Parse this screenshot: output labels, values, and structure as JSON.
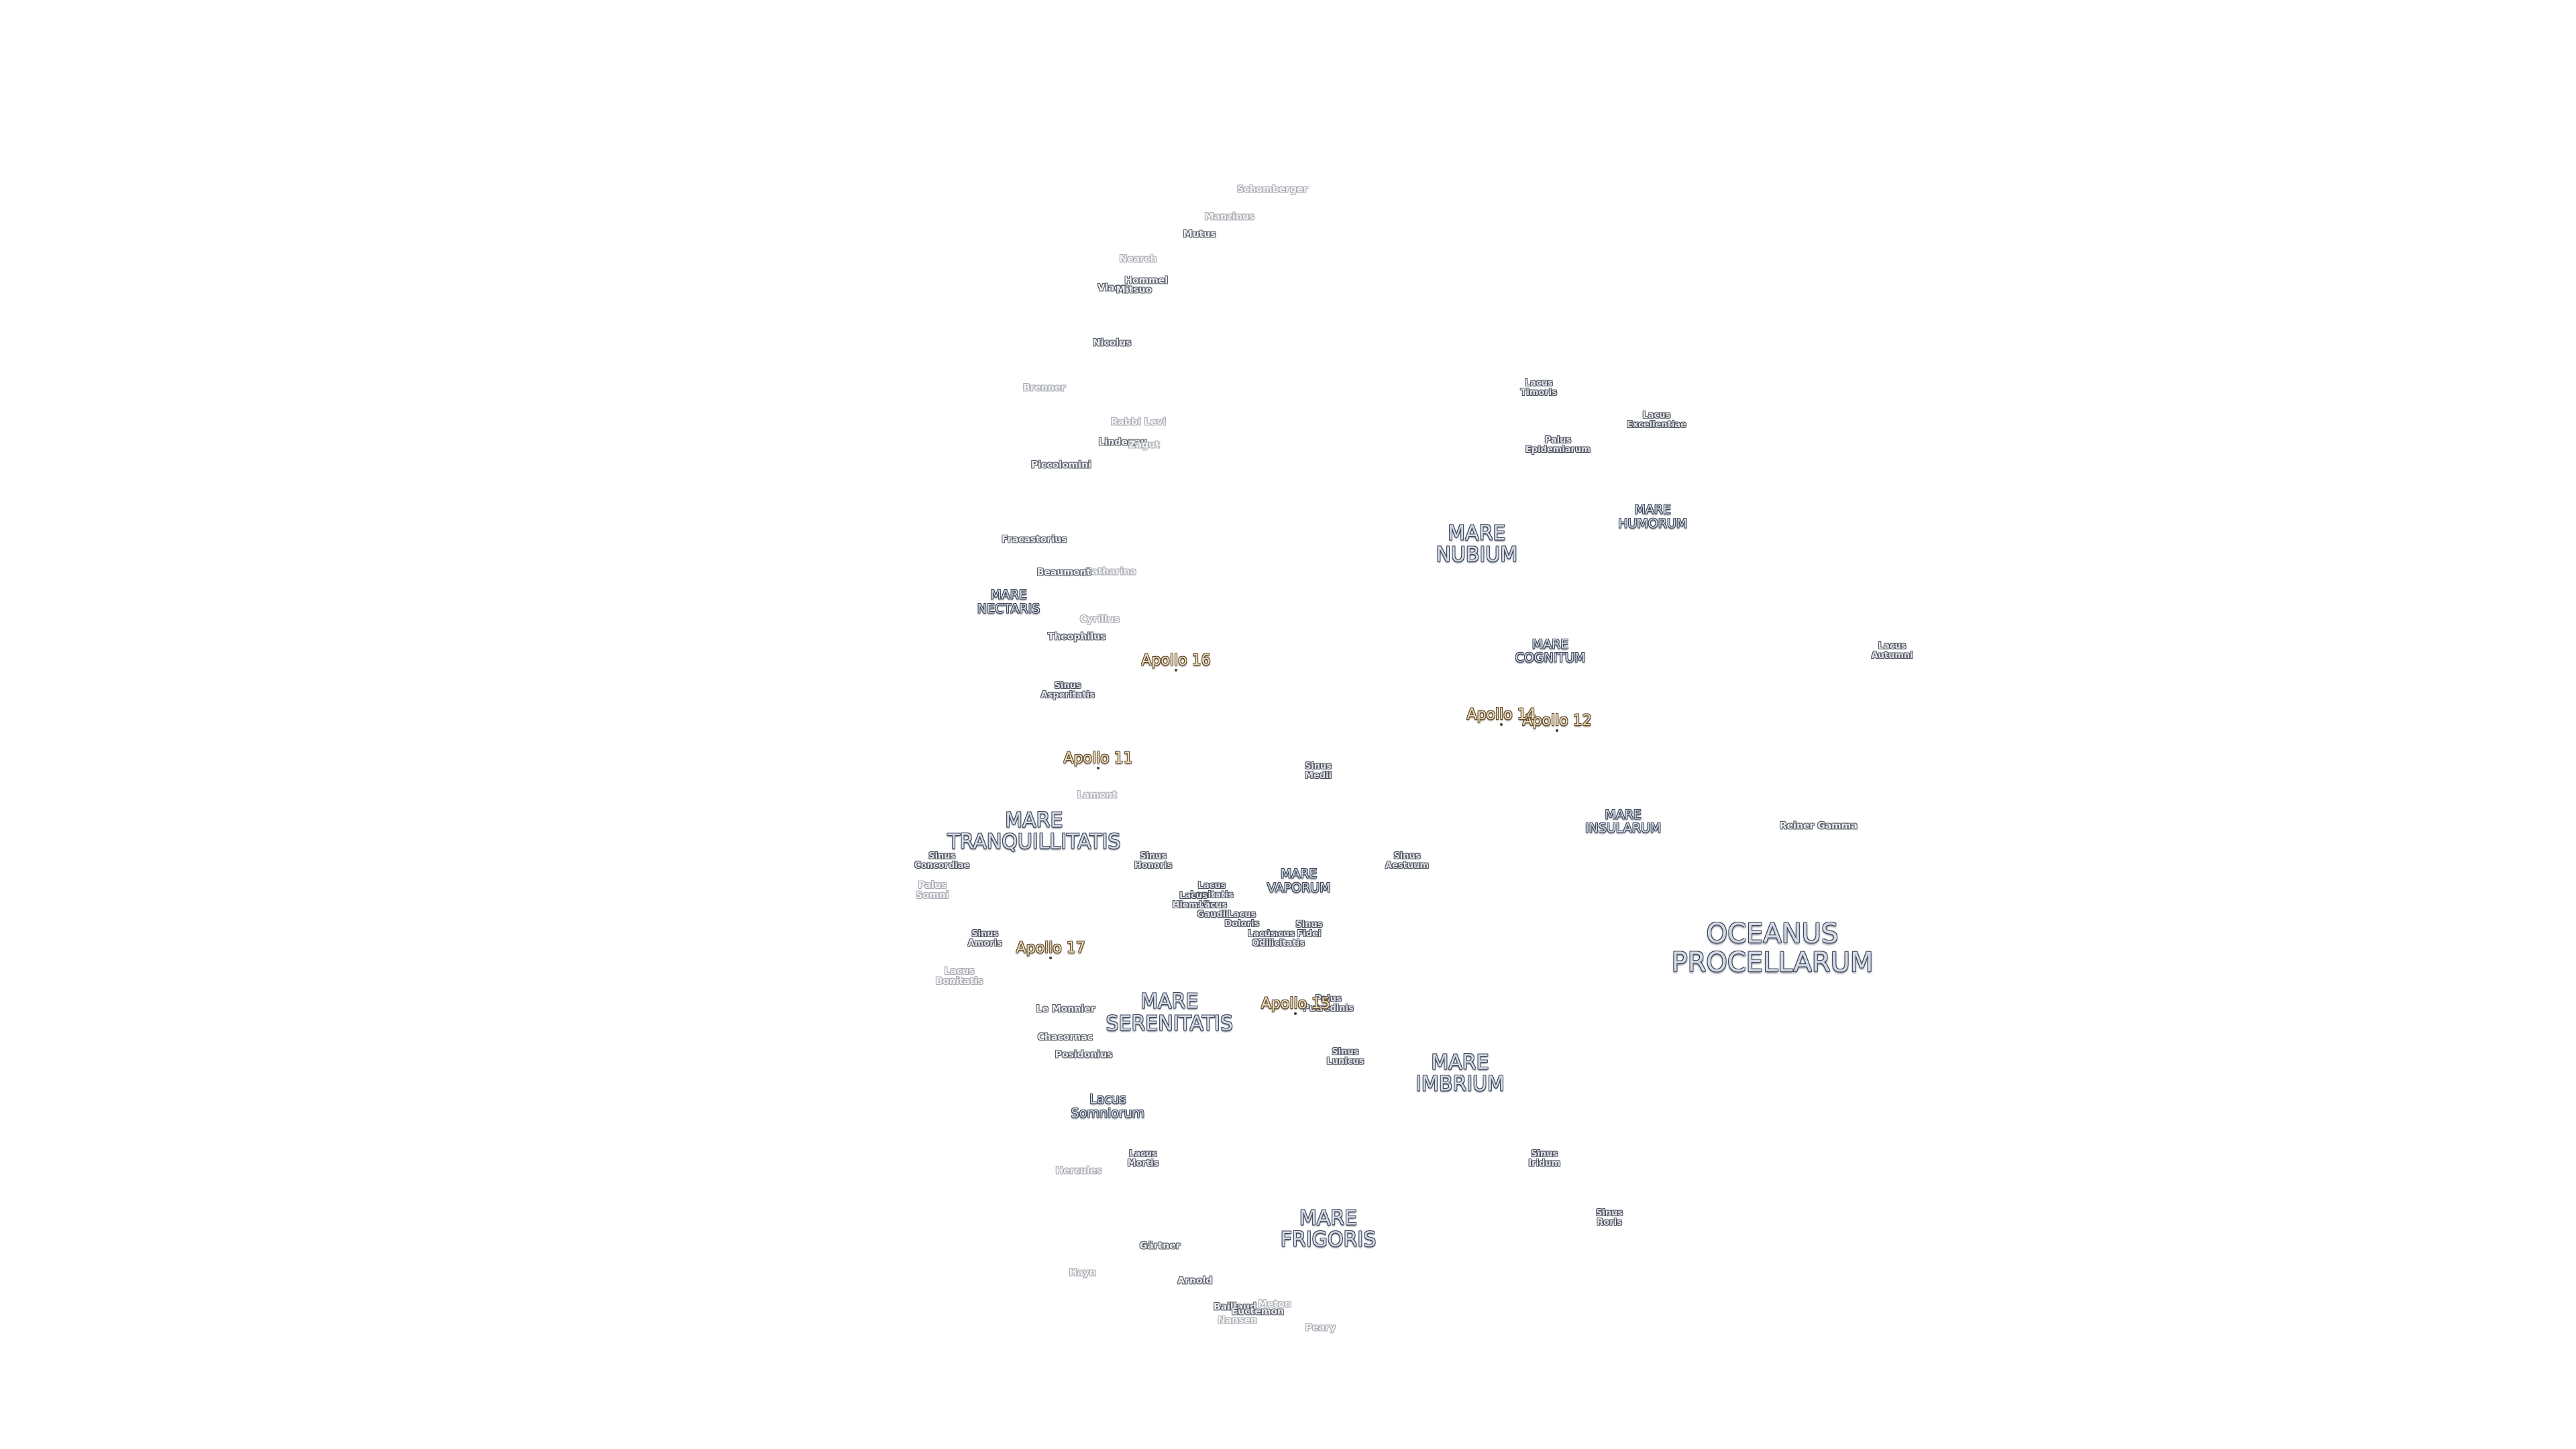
{
  "features": [
    {
      "name": "OCEANUS\nPROCELLARUM",
      "kind": "ocean",
      "lat": 20,
      "lon": -55
    },
    {
      "name": "MARE\nIMBRIUM",
      "kind": "sea",
      "lat": 34,
      "lon": -16
    },
    {
      "name": "MARE\nFRIGORIS",
      "kind": "sea",
      "lat": 56,
      "lon": 0
    },
    {
      "name": "MARE\nSERENITATIS",
      "kind": "sea",
      "lat": 27,
      "lon": 18
    },
    {
      "name": "MARE\nTRANQUILLITATIS",
      "kind": "sea",
      "lat": 8,
      "lon": 31
    },
    {
      "name": "MARE\nNUBIUM",
      "kind": "sea",
      "lat": -21,
      "lon": -16
    },
    {
      "name": "MARE\nHUMORUM",
      "kind": "sea-small",
      "lat": -24,
      "lon": -38
    },
    {
      "name": "MARE\nCOGNITUM",
      "kind": "sea-small",
      "lat": -10,
      "lon": -23
    },
    {
      "name": "MARE\nINSULARUM",
      "kind": "sea-small",
      "lat": 7,
      "lon": -31
    },
    {
      "name": "MARE\nNECTARIS",
      "kind": "sea-small",
      "lat": -15,
      "lon": 35
    },
    {
      "name": "MARE\nVAPORUM",
      "kind": "sea-small",
      "lat": 13,
      "lon": 3
    },
    {
      "name": "Sinus\nMedii",
      "kind": "minor",
      "lat": 2,
      "lon": 1
    },
    {
      "name": "Sinus\nAestuum",
      "kind": "minor",
      "lat": 11,
      "lon": -8
    },
    {
      "name": "Sinus\nIridum",
      "kind": "minor",
      "lat": 45,
      "lon": -32
    },
    {
      "name": "Sinus\nRoris",
      "kind": "minor",
      "lat": 54,
      "lon": -56
    },
    {
      "name": "Sinus\nAsperitatis",
      "kind": "minor",
      "lat": -6,
      "lon": 27
    },
    {
      "name": "Sinus\nAmoris",
      "kind": "minor",
      "lat": 19,
      "lon": 39
    },
    {
      "name": "Sinus\nConcordiae",
      "kind": "minor",
      "lat": 11,
      "lon": 43
    },
    {
      "name": "Sinus\nHonoris",
      "kind": "minor",
      "lat": 11,
      "lon": 18
    },
    {
      "name": "Sinus\nFidei",
      "kind": "minor",
      "lat": 18,
      "lon": 2
    },
    {
      "name": "Sinus\nLunicus",
      "kind": "minor",
      "lat": 32,
      "lon": -2
    },
    {
      "name": "Lacus\nSomniorum",
      "kind": "sea-small",
      "lat": 38,
      "lon": 29
    },
    {
      "name": "Lacus\nMortis",
      "kind": "minor",
      "lat": 45,
      "lon": 27
    },
    {
      "name": "Lacus\nTimoris",
      "kind": "minor",
      "lat": -39,
      "lon": -28
    },
    {
      "name": "Lacus\nExcellentiae",
      "kind": "minor",
      "lat": -35,
      "lon": -44
    },
    {
      "name": "Lacus\nAutumni",
      "kind": "minor",
      "lat": -10,
      "lon": -83
    },
    {
      "name": "Lacus\nBonitatis",
      "kind": "crater-faint",
      "lat": 23,
      "lon": 44
    },
    {
      "name": "Lacus\nLenitatis",
      "kind": "minor",
      "lat": 14,
      "lon": 12
    },
    {
      "name": "Lacus\nHiemalis",
      "kind": "minor",
      "lat": 15,
      "lon": 14
    },
    {
      "name": "Lacus\nGaudii",
      "kind": "minor",
      "lat": 16,
      "lon": 12
    },
    {
      "name": "Lacus\nDoloris",
      "kind": "minor",
      "lat": 17,
      "lon": 9
    },
    {
      "name": "Lacus\nFelicitatis",
      "kind": "minor",
      "lat": 19,
      "lon": 5
    },
    {
      "name": "Lacus\nOdii",
      "kind": "minor",
      "lat": 19,
      "lon": 7
    },
    {
      "name": "Palus\nEpidemiarum",
      "kind": "minor",
      "lat": -32,
      "lon": -28
    },
    {
      "name": "Palus\nPutredinis",
      "kind": "minor",
      "lat": 26,
      "lon": 0
    },
    {
      "name": "Palus\nSomni",
      "kind": "crater-faint",
      "lat": 14,
      "lon": 45
    },
    {
      "name": "Apollo 11",
      "kind": "apollo",
      "lat": 0.7,
      "lon": 23.5
    },
    {
      "name": "Apollo 12",
      "kind": "apollo",
      "lat": -3,
      "lon": -23.4
    },
    {
      "name": "Apollo 14",
      "kind": "apollo",
      "lat": -3.6,
      "lon": -17.5
    },
    {
      "name": "Apollo 15",
      "kind": "apollo",
      "lat": 26,
      "lon": 3.6
    },
    {
      "name": "Apollo 16",
      "kind": "apollo",
      "lat": -9,
      "lon": 15.5
    },
    {
      "name": "Apollo 17",
      "kind": "apollo",
      "lat": 20,
      "lon": 30.8
    },
    {
      "name": "Reiner Gamma",
      "kind": "crater",
      "lat": 7.5,
      "lon": -59
    },
    {
      "name": "Schomberger",
      "kind": "crater-faint",
      "lat": -76.7,
      "lon": 24.9
    },
    {
      "name": "Manzinus",
      "kind": "crater-faint",
      "lat": -67.7,
      "lon": 26.8
    },
    {
      "name": "Mutus",
      "kind": "crater",
      "lat": -63.6,
      "lon": 30.1
    },
    {
      "name": "Nearch",
      "kind": "crater-faint",
      "lat": -58.5,
      "lon": 39.1
    },
    {
      "name": "Hommel",
      "kind": "crater",
      "lat": -54.6,
      "lon": 33.0
    },
    {
      "name": "Vlacq",
      "kind": "crater",
      "lat": -53.3,
      "lon": 38.8
    },
    {
      "name": "Mitsuo",
      "kind": "crater",
      "lat": -53.0,
      "lon": 34.0
    },
    {
      "name": "Nicolus",
      "kind": "crater",
      "lat": -45.0,
      "lon": 32.0
    },
    {
      "name": "Rabbi Levi",
      "kind": "crater-faint",
      "lat": -34.7,
      "lon": 23.6
    },
    {
      "name": "Lindenau",
      "kind": "crater",
      "lat": -32.3,
      "lon": 24.9
    },
    {
      "name": "Zagut",
      "kind": "crater-faint",
      "lat": -32.0,
      "lon": 22.1
    },
    {
      "name": "Brenner",
      "kind": "crater-faint",
      "lat": -39.0,
      "lon": 39.3
    },
    {
      "name": "Piccolomini",
      "kind": "crater",
      "lat": -29.7,
      "lon": 32.2
    },
    {
      "name": "Fracastorius",
      "kind": "crater",
      "lat": -21.5,
      "lon": 33.2
    },
    {
      "name": "Catharina",
      "kind": "crater-faint",
      "lat": -18.1,
      "lon": 23.4
    },
    {
      "name": "Beaumont",
      "kind": "crater",
      "lat": -18.0,
      "lon": 28.8
    },
    {
      "name": "Cyrillus",
      "kind": "crater-faint",
      "lat": -13.2,
      "lon": 24.0
    },
    {
      "name": "Theophilus",
      "kind": "crater",
      "lat": -11.4,
      "lon": 26.4
    },
    {
      "name": "Lamont",
      "kind": "crater-faint",
      "lat": 4.4,
      "lon": 23.7
    },
    {
      "name": "Le Monnier",
      "kind": "crater",
      "lat": 26.6,
      "lon": 30.6
    },
    {
      "name": "Chacornac",
      "kind": "crater",
      "lat": 29.8,
      "lon": 31.7
    },
    {
      "name": "Posidonius",
      "kind": "crater",
      "lat": 31.8,
      "lon": 29.9
    },
    {
      "name": "Hercules",
      "kind": "crater-faint",
      "lat": 46.7,
      "lon": 39.1
    },
    {
      "name": "Gärtner",
      "kind": "crater",
      "lat": 59.1,
      "lon": 34.6
    },
    {
      "name": "Arnold",
      "kind": "crater",
      "lat": 66.8,
      "lon": 35.9
    },
    {
      "name": "Baillaud",
      "kind": "crater",
      "lat": 74.6,
      "lon": 37.5
    },
    {
      "name": "Euctemon",
      "kind": "crater",
      "lat": 76.4,
      "lon": 31.3
    },
    {
      "name": "Meton",
      "kind": "crater-faint",
      "lat": 73.6,
      "lon": 19.2
    },
    {
      "name": "Nansen",
      "kind": "crater-faint",
      "lat": 80.9,
      "lon": 95.3
    },
    {
      "name": "Peary",
      "kind": "crater-faint",
      "lat": 88.6,
      "lon": 33.0
    },
    {
      "name": "Hayn",
      "kind": "crater-faint",
      "lat": 64.7,
      "lon": 85.2
    }
  ],
  "projection": {
    "center_lat": 0,
    "center_lon": 0,
    "rotation": "south-up-mirrored"
  }
}
